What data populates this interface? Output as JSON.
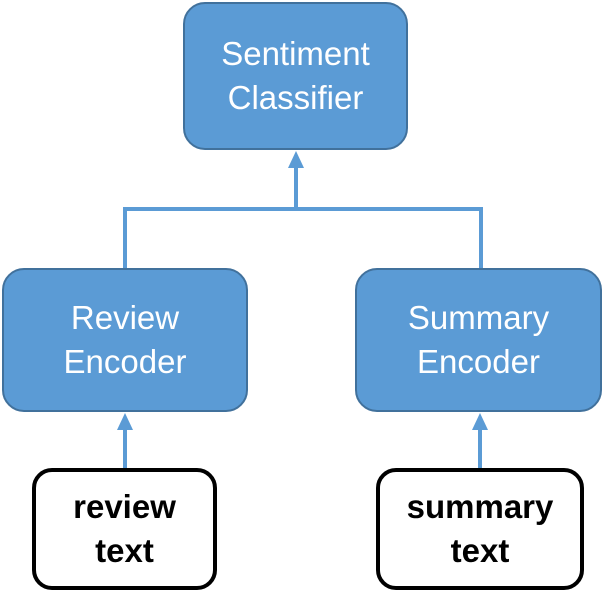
{
  "colors": {
    "model_fill": "#5b9bd5",
    "model_border": "#41719c",
    "arrow": "#5b9bd5",
    "input_border": "#000000"
  },
  "nodes": {
    "classifier": {
      "line1": "Sentiment",
      "line2": "Classifier"
    },
    "review_encoder": {
      "line1": "Review",
      "line2": "Encoder"
    },
    "summary_encoder": {
      "line1": "Summary",
      "line2": "Encoder"
    },
    "review_input": {
      "line1": "review",
      "line2": "text"
    },
    "summary_input": {
      "line1": "summary",
      "line2": "text"
    }
  },
  "edges": [
    {
      "from": "review_input",
      "to": "review_encoder"
    },
    {
      "from": "summary_input",
      "to": "summary_encoder"
    },
    {
      "from": "review_encoder",
      "to": "classifier"
    },
    {
      "from": "summary_encoder",
      "to": "classifier"
    }
  ]
}
